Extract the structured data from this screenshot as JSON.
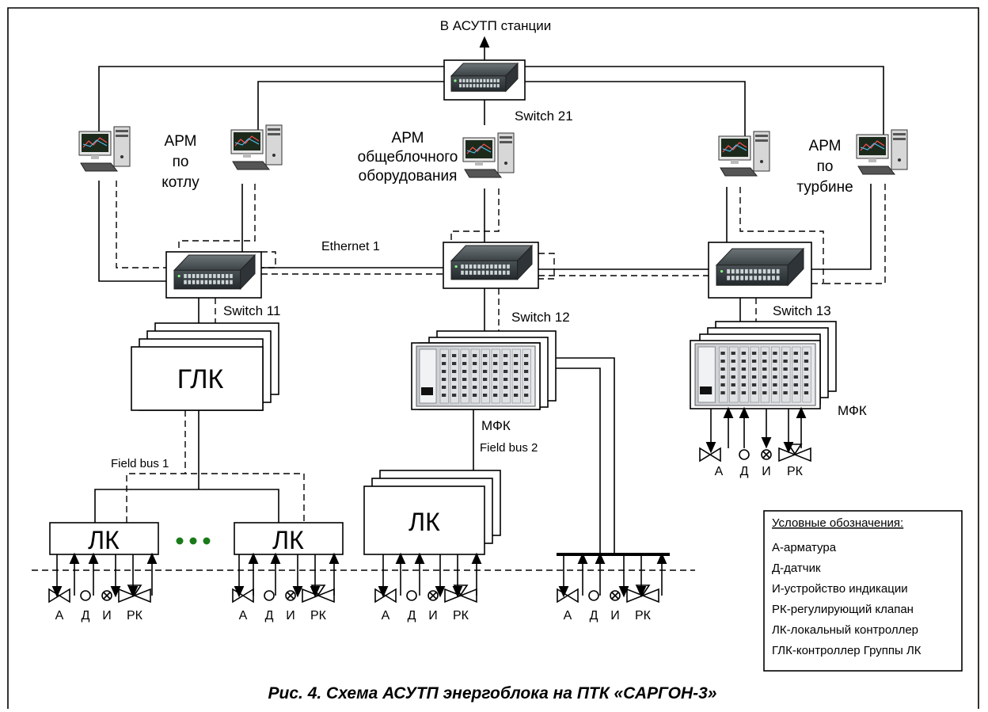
{
  "top_output_label": "В АСУТП станции",
  "switches": {
    "s21": "Switch 21",
    "s11": "Switch 11",
    "s12": "Switch 12",
    "s13": "Switch 13"
  },
  "network_label": "Ethernet 1",
  "workstations": {
    "boiler": [
      "АРМ",
      "по",
      "котлу"
    ],
    "common": [
      "АРМ",
      "общеблочного",
      "оборудования"
    ],
    "turbine": [
      "АРМ",
      "по",
      "турбине"
    ]
  },
  "controllers": {
    "glk": "ГЛК",
    "lk": "ЛК",
    "mfk": "МФК"
  },
  "buses": {
    "bus1": "Field bus 1",
    "bus2": "Field bus 2"
  },
  "field_devices": [
    "А",
    "Д",
    "И",
    "РК"
  ],
  "legend": {
    "title": "Условные обозначения:",
    "items": [
      "А-арматура",
      "Д-датчик",
      "И-устройство индикации",
      "РК-регулирующий клапан",
      "ЛК-локальный контроллер",
      "ГЛК-контроллер Группы ЛК"
    ]
  },
  "caption": "Рис. 4. Схема АСУТП энергоблока на ПТК «САРГОН-3»"
}
